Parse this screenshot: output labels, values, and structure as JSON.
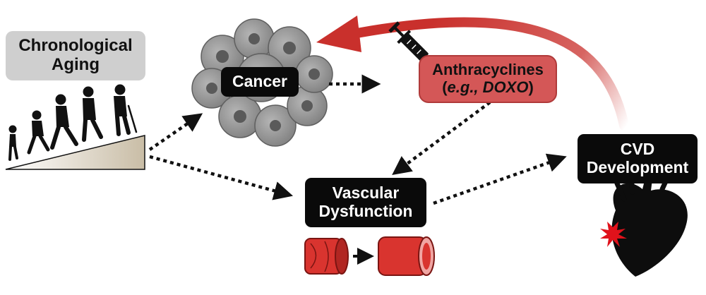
{
  "nodes": {
    "aging": {
      "line1": "Chronological",
      "line2": "Aging"
    },
    "cancer": {
      "label": "Cancer"
    },
    "anthracyclines": {
      "line1": "Anthracyclines",
      "line2_open": "(",
      "line2_italic": "e.g., DOXO",
      "line2_close": ")"
    },
    "vascular": {
      "line1": "Vascular",
      "line2": "Dysfunction"
    },
    "cvd": {
      "line1": "CVD",
      "line2": "Development"
    }
  },
  "colors": {
    "dark_box": "#0a0a0a",
    "aging_box": "#cfcfcf",
    "drug_box": "#d45757",
    "feedback_arrow": "#c9302c",
    "vessel": "#d9342f",
    "cancer_cells": "#8f8f8f"
  },
  "icons": [
    "people-aging-silhouettes-icon",
    "ramp-icon",
    "cancer-cells-icon",
    "syringe-icon",
    "blood-vessel-icon",
    "heart-icon",
    "damage-starburst-icon"
  ]
}
